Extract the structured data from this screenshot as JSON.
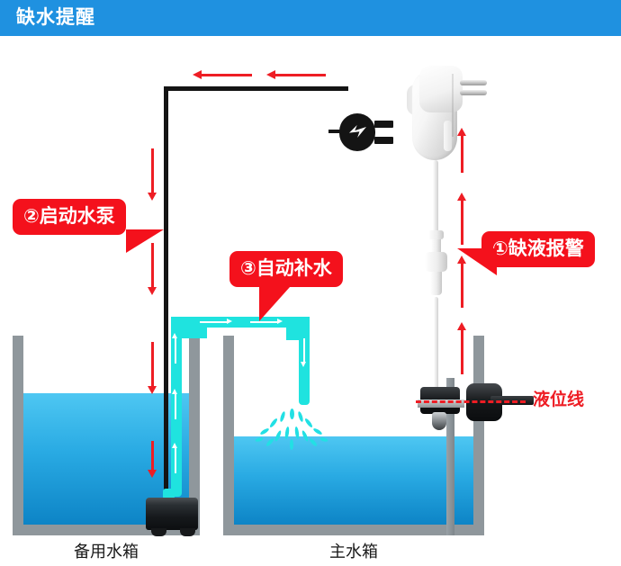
{
  "header": {
    "title": "缺水提醒",
    "bg_color": "#1f91e0",
    "text_color": "#ffffff"
  },
  "colors": {
    "callout_red": "#f4111c",
    "arrow_red": "#ee1d24",
    "hose_cyan": "#1fe3df",
    "water_top": "#4ec7f2",
    "water_bottom": "#0d84c6",
    "tank_wall": "#8f979c",
    "cord_black": "#141414"
  },
  "callouts": [
    {
      "id": "callout-1",
      "label": "①缺液报警",
      "tail": "left"
    },
    {
      "id": "callout-2",
      "label": "②启动水泵",
      "tail": "right"
    },
    {
      "id": "callout-3",
      "label": "③自动补水",
      "tail": "down"
    }
  ],
  "level_line": {
    "label": "液位线",
    "style": "dashed",
    "color": "#ee1d24"
  },
  "tanks": [
    {
      "id": "backup-tank",
      "caption": "备用水箱",
      "water_state": "full"
    },
    {
      "id": "main-tank",
      "caption": "主水箱",
      "water_state": "low"
    }
  ],
  "icons": {
    "plug": "power-plug-icon",
    "adapter": "power-adapter-icon",
    "pump": "water-pump-icon",
    "float_switch": "float-switch-icon",
    "probe": "liquid-level-probe-icon",
    "spray": "water-spray-icon"
  },
  "flow": {
    "power_direction": "left",
    "signal_direction": "up",
    "pump_power_direction": "down",
    "water_direction": "up-then-right"
  }
}
